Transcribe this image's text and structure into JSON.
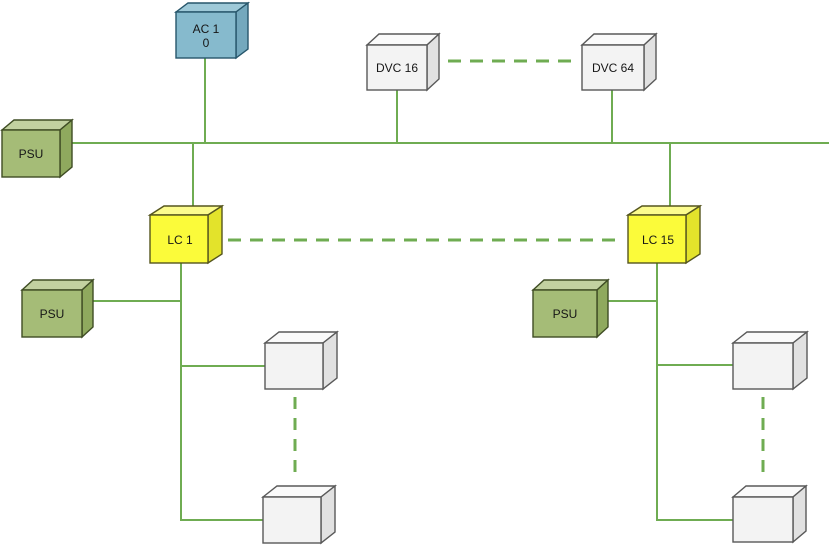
{
  "diagram": {
    "background": "#ffffff",
    "connector_color": "#6fac52",
    "palette": {
      "blue": {
        "front": "#86bacd",
        "top": "#9ec9d8",
        "side": "#74a8bd",
        "border": "#27566b"
      },
      "green": {
        "front": "#a5bc77",
        "top": "#c2d1a0",
        "side": "#8fa95e",
        "border": "#3f4d24"
      },
      "yellow": {
        "front": "#fbfb3a",
        "top": "#fcfc8d",
        "side": "#e3e32b",
        "border": "#55551e"
      },
      "gray": {
        "front": "#f3f3f3",
        "top": "#fafafa",
        "side": "#e1e1e1",
        "border": "#595959"
      }
    },
    "nodes": {
      "ac": {
        "label_line1": "AC 1",
        "label_line2": "0",
        "color": "blue"
      },
      "dvc16": {
        "label": "DVC 16",
        "color": "gray"
      },
      "dvc64": {
        "label": "DVC 64",
        "color": "gray"
      },
      "psu_bus": {
        "label": "PSU",
        "color": "green"
      },
      "lc1": {
        "label": "LC 1",
        "color": "yellow"
      },
      "lc15": {
        "label": "LC 15",
        "color": "yellow"
      },
      "psu_lc1": {
        "label": "PSU",
        "color": "green"
      },
      "psu_lc15": {
        "label": "PSU",
        "color": "green"
      },
      "device_lc1_first": {
        "label": "",
        "color": "gray"
      },
      "device_lc1_last": {
        "label": "",
        "color": "gray"
      },
      "device_lc15_first": {
        "label": "",
        "color": "gray"
      },
      "device_lc15_last": {
        "label": "",
        "color": "gray"
      }
    },
    "edges": [
      {
        "from": "psu_bus",
        "to": "bus",
        "style": "solid"
      },
      {
        "from": "ac",
        "to": "bus",
        "style": "solid"
      },
      {
        "from": "dvc16",
        "to": "bus",
        "style": "solid"
      },
      {
        "from": "dvc64",
        "to": "bus",
        "style": "solid"
      },
      {
        "from": "dvc16",
        "to": "dvc64",
        "style": "dashed"
      },
      {
        "from": "bus",
        "to": "lc1",
        "style": "solid"
      },
      {
        "from": "bus",
        "to": "lc15",
        "style": "solid"
      },
      {
        "from": "lc1",
        "to": "lc15",
        "style": "dashed"
      },
      {
        "from": "psu_lc1",
        "to": "lc1-trunk",
        "style": "solid"
      },
      {
        "from": "lc1",
        "to": "device_lc1_first",
        "style": "solid"
      },
      {
        "from": "lc1",
        "to": "device_lc1_last",
        "style": "solid"
      },
      {
        "from": "device_lc1_first",
        "to": "device_lc1_last",
        "style": "dashed"
      },
      {
        "from": "psu_lc15",
        "to": "lc15-trunk",
        "style": "solid"
      },
      {
        "from": "lc15",
        "to": "device_lc15_first",
        "style": "solid"
      },
      {
        "from": "lc15",
        "to": "device_lc15_last",
        "style": "solid"
      },
      {
        "from": "device_lc15_first",
        "to": "device_lc15_last",
        "style": "dashed"
      }
    ]
  }
}
